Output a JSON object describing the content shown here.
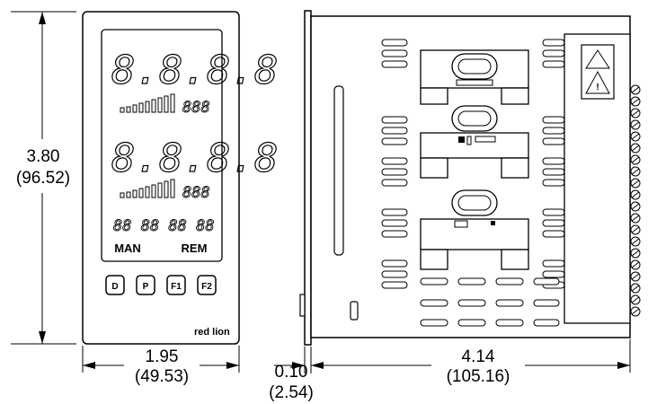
{
  "front_view": {
    "height_dim": {
      "inch": "3.80",
      "mm": "(96.52)"
    },
    "width_dim": {
      "inch": "1.95",
      "mm": "(49.53)"
    },
    "display": {
      "upper_value": "8.8.8.8",
      "lower_value": "8.8.8.8",
      "upper_small": "888",
      "lower_small": "888",
      "alpha_row": "88 88 88 88"
    },
    "mode_labels": {
      "man": "MAN",
      "rem": "REM"
    },
    "keys": {
      "d": "D",
      "p": "P",
      "f1": "F1",
      "f2": "F2"
    },
    "brand": "red lion"
  },
  "side_view": {
    "bezel_dim": {
      "inch": "0.10",
      "mm": "(2.54)"
    },
    "depth_dim": {
      "inch": "4.14",
      "mm": "(105.16)"
    },
    "label_text": "!"
  }
}
